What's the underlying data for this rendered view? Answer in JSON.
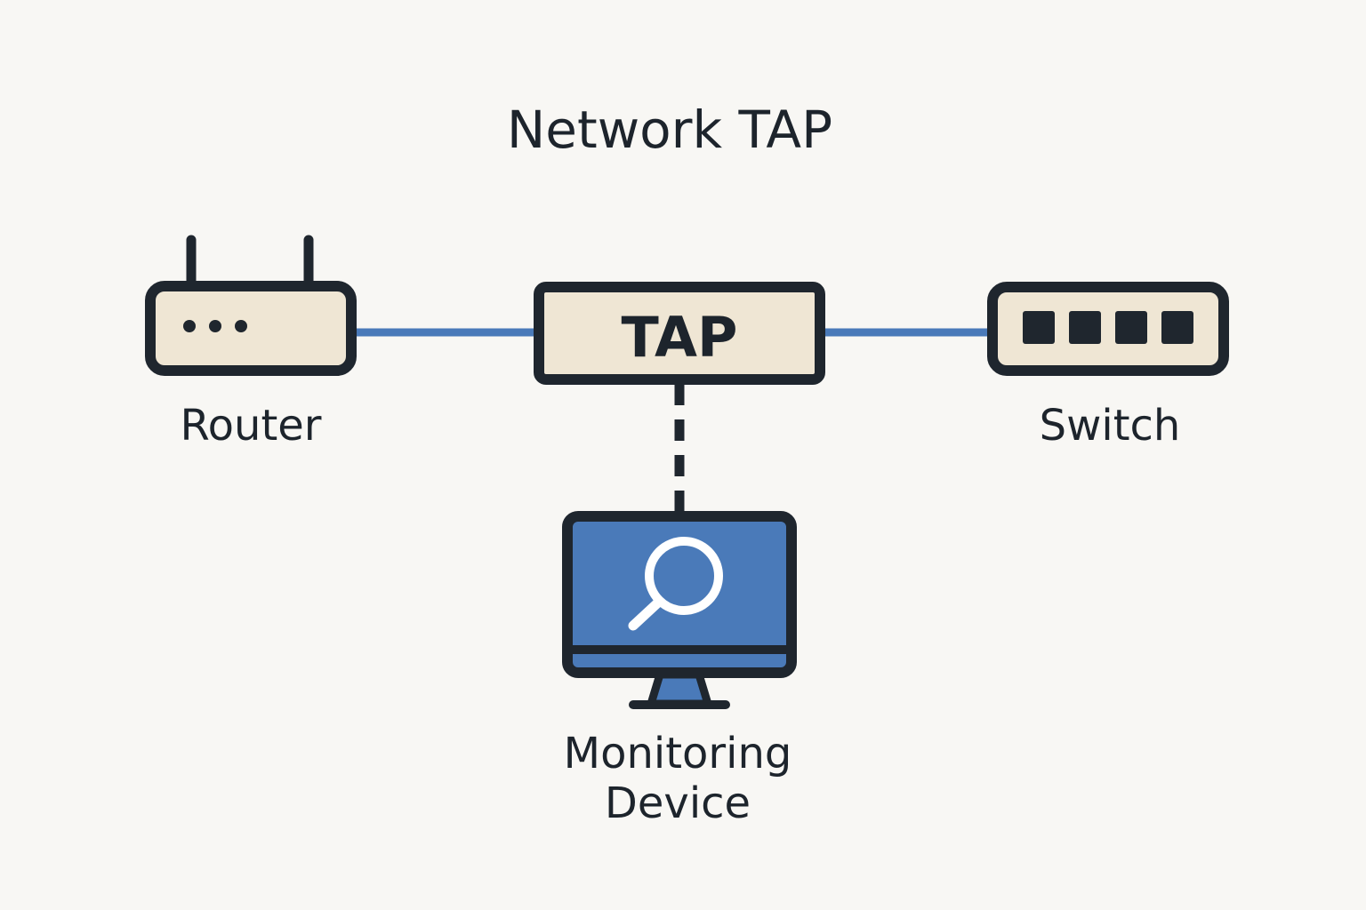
{
  "diagram": {
    "title": "Network TAP",
    "colors": {
      "background": "#f8f7f4",
      "outline": "#1f262e",
      "device_fill": "#efe6d4",
      "link_blue": "#4a7ab9",
      "screen_blue": "#4a7ab9",
      "text": "#1d242c"
    },
    "nodes": {
      "router": {
        "label": "Router",
        "icon": "router-icon"
      },
      "tap": {
        "label": "TAP",
        "icon": "tap-box"
      },
      "switch": {
        "label": "Switch",
        "icon": "switch-icon"
      },
      "monitor": {
        "label_line1": "Monitoring",
        "label_line2": "Device",
        "icon": "monitor-magnifier-icon"
      }
    },
    "links": [
      {
        "from": "router",
        "to": "tap",
        "style": "solid",
        "color": "#4a7ab9"
      },
      {
        "from": "tap",
        "to": "switch",
        "style": "solid",
        "color": "#4a7ab9"
      },
      {
        "from": "tap",
        "to": "monitor",
        "style": "dashed",
        "color": "#1f262e"
      }
    ]
  }
}
